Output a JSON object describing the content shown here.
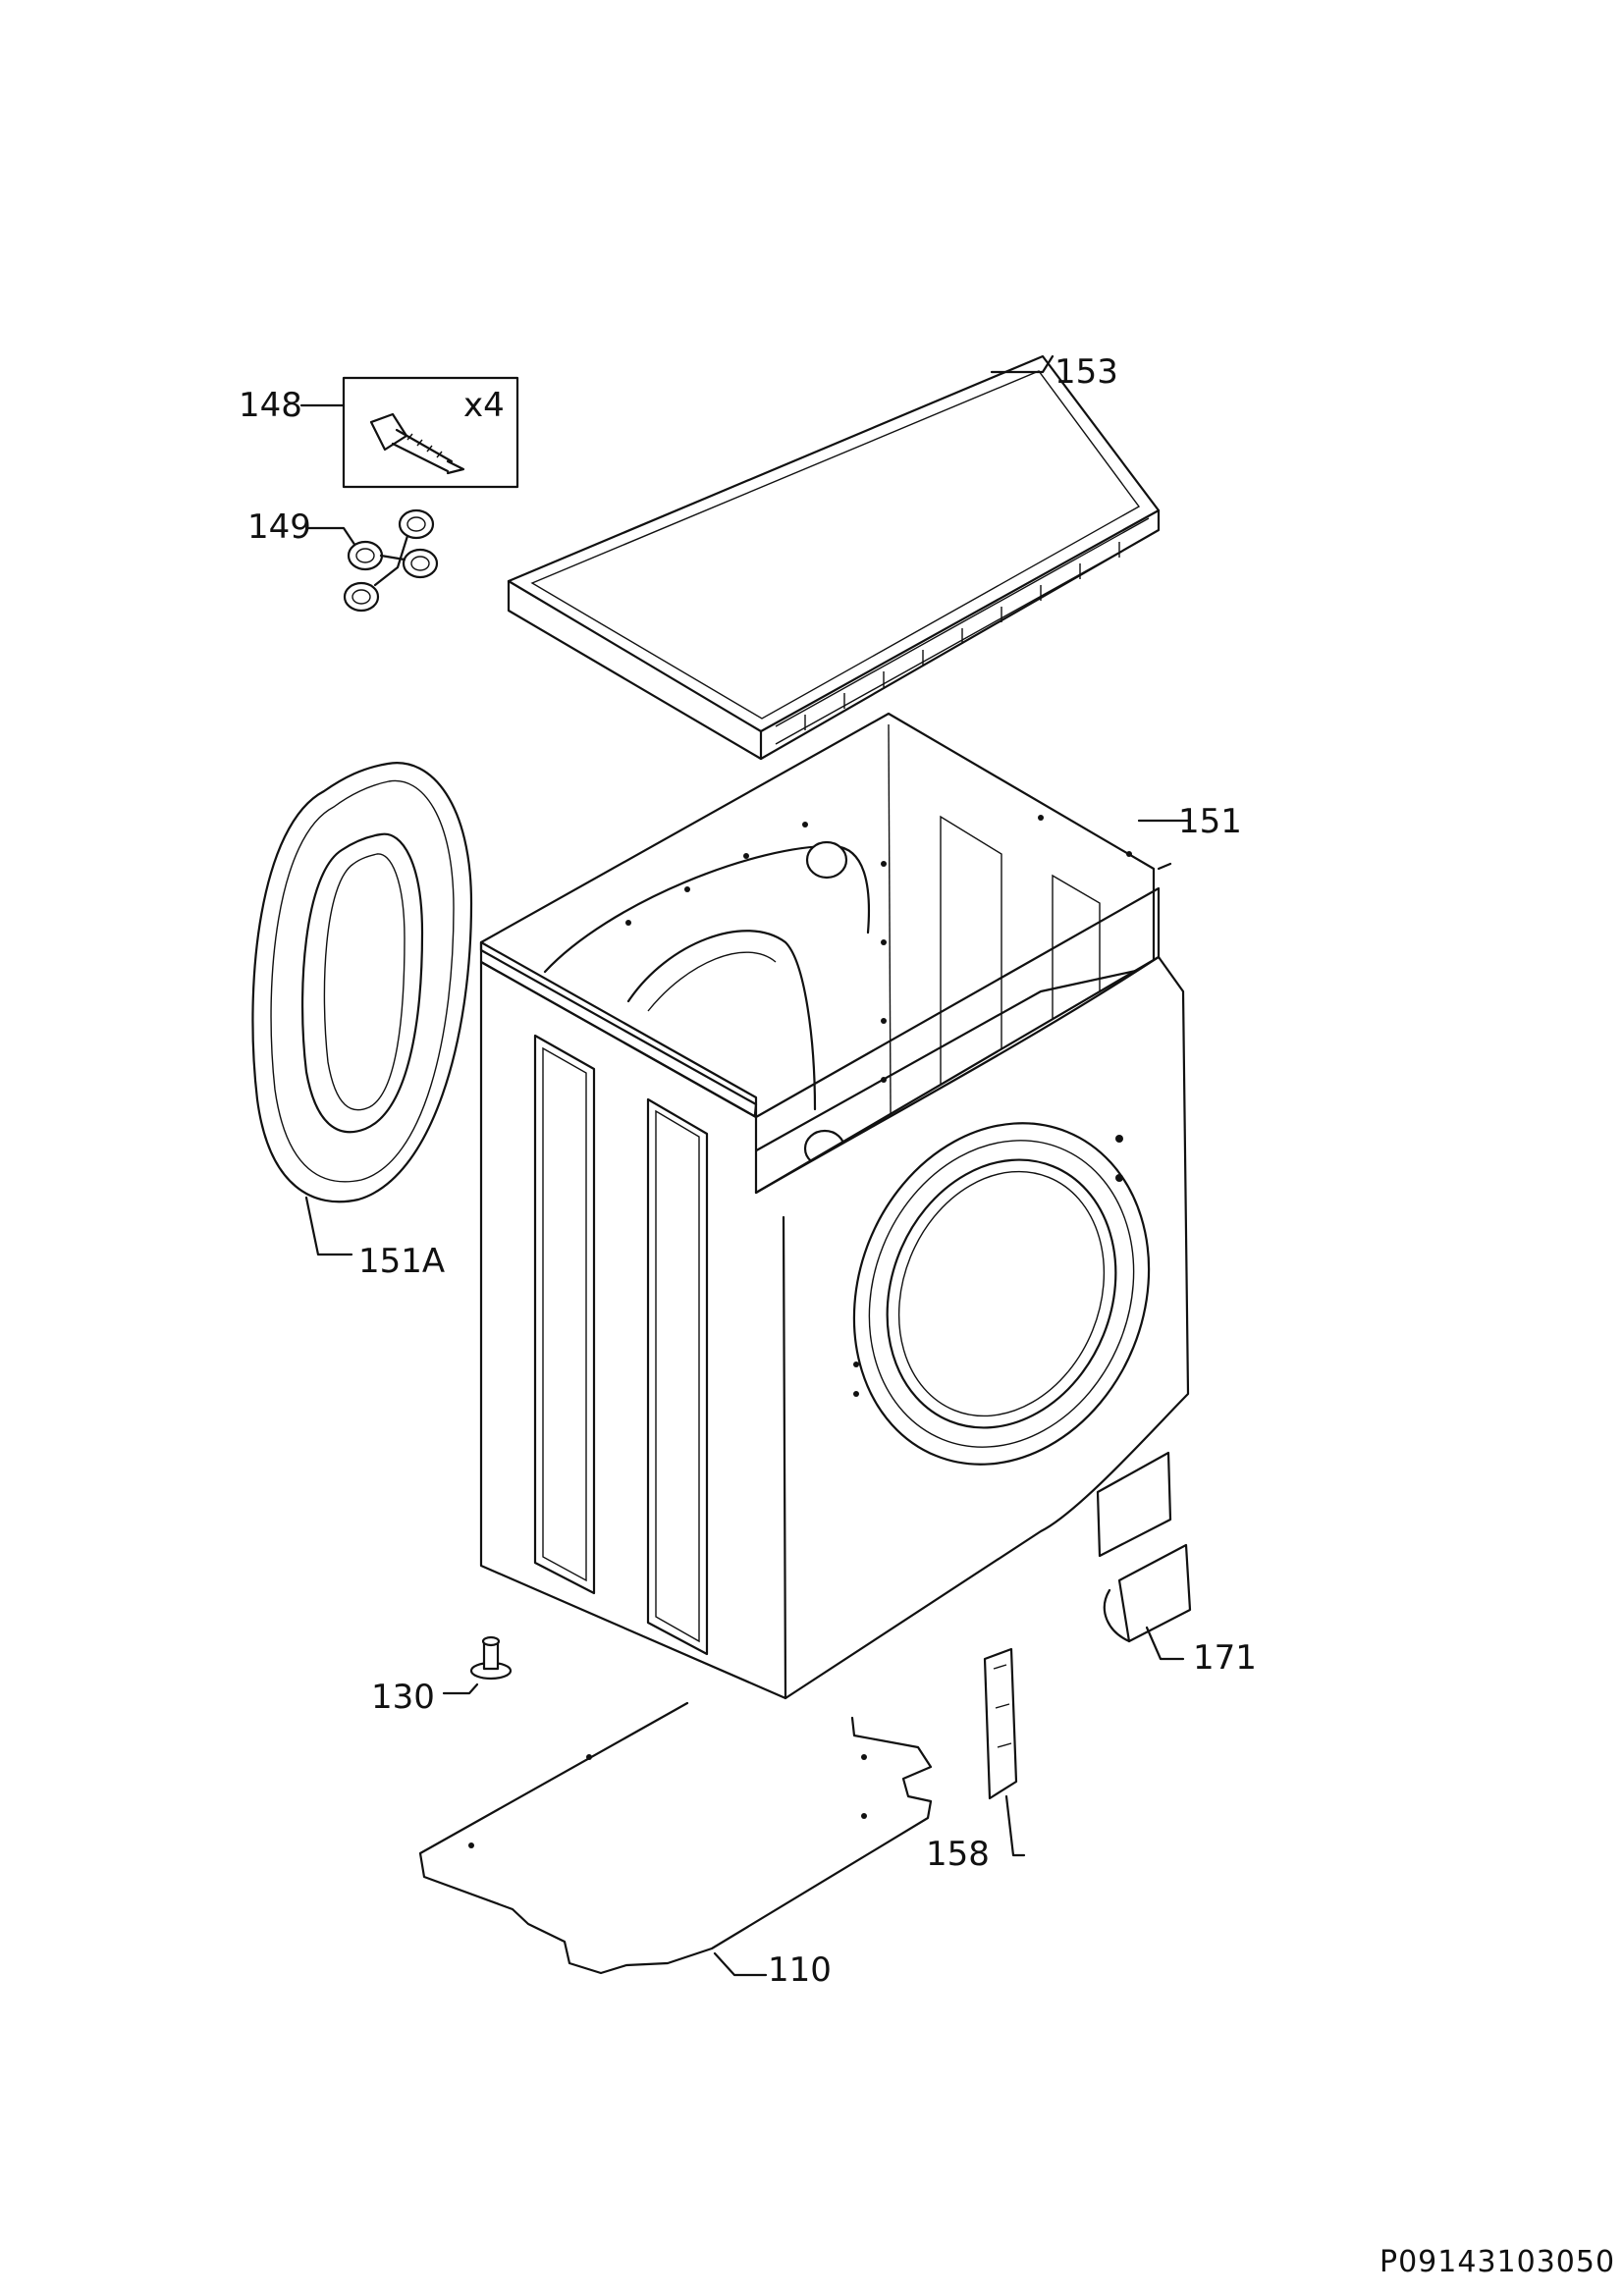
{
  "labels": {
    "p148": "148",
    "x4": "x4",
    "p149": "149",
    "p153": "153",
    "p151": "151",
    "p151a": "151A",
    "p130": "130",
    "p171": "171",
    "p158": "158",
    "p110": "110"
  },
  "document_code": "P09143103050"
}
